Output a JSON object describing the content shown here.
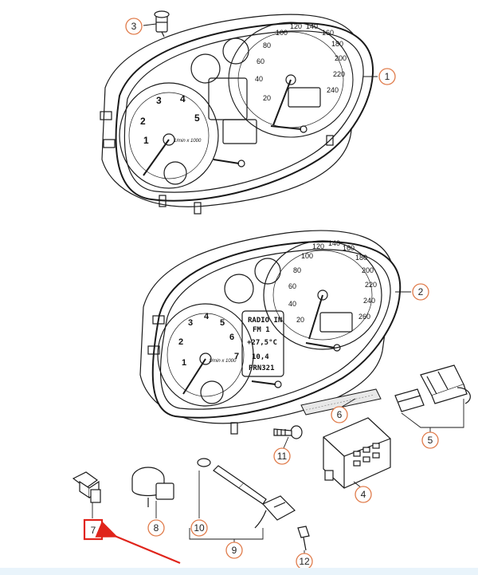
{
  "colors": {
    "line": "#1a1a1a",
    "callout": "#e07b4a",
    "highlight": "#e0241b",
    "footer": "#e9f4fb"
  },
  "callouts": [
    {
      "number": "1"
    },
    {
      "number": "2"
    },
    {
      "number": "3"
    },
    {
      "number": "4"
    },
    {
      "number": "5"
    },
    {
      "number": "6"
    },
    {
      "number": "7"
    },
    {
      "number": "8"
    },
    {
      "number": "9"
    },
    {
      "number": "10"
    },
    {
      "number": "11"
    },
    {
      "number": "12"
    }
  ],
  "cluster_1": {
    "speed_labels": [
      "20",
      "40",
      "60",
      "80",
      "100",
      "120",
      "140",
      "160",
      "180",
      "200",
      "220",
      "240"
    ],
    "rpm_labels": [
      "1",
      "2",
      "3",
      "4",
      "5"
    ],
    "rpm_unit": "1/min x 1000"
  },
  "cluster_2": {
    "speed_labels": [
      "20",
      "40",
      "60",
      "80",
      "100",
      "120",
      "140",
      "160",
      "180",
      "200",
      "220",
      "240",
      "260"
    ],
    "rpm_labels": [
      "1",
      "2",
      "3",
      "4",
      "5",
      "6",
      "7"
    ],
    "rpm_unit": "1/min x 1000",
    "display_lines": [
      "RADIO IN",
      "FM 1",
      "+27,5°C",
      "10,4",
      "PRN321"
    ]
  },
  "highlight": {
    "target": "7"
  }
}
